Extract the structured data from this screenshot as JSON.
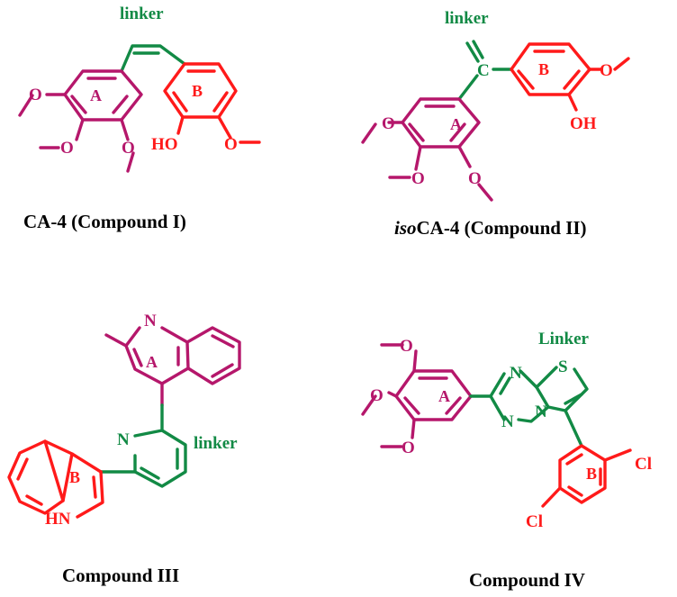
{
  "compound1": {
    "caption": "CA-4 (Compound I)",
    "linker": "linker",
    "ring_a": "A",
    "ring_b": "B",
    "o1": "O",
    "o2": "O",
    "o3": "O",
    "o4": "O",
    "ho": "HO"
  },
  "compound2": {
    "caption_italic": "iso",
    "caption_rest": "CA-4 (Compound II)",
    "linker": "linker",
    "carbon": "C",
    "ring_a": "A",
    "ring_b": "B",
    "o1": "O",
    "o2": "O",
    "o3": "O",
    "o4": "O",
    "oh": "OH"
  },
  "compound3": {
    "caption": "Compound III",
    "linker": "linker",
    "n_quinoline": "N",
    "n_pyridine": "N",
    "ring_a": "A",
    "ring_b": "B",
    "hn": "HN"
  },
  "compound4": {
    "caption": "Compound IV",
    "linker": "Linker",
    "n1": "N",
    "n2": "N",
    "n3": "N",
    "s": "S",
    "ring_a": "A",
    "ring_b": "B",
    "o1": "O",
    "o2": "O",
    "o3": "O",
    "cl1": "Cl",
    "cl2": "Cl"
  },
  "colors": {
    "ring_a": "#b5176b",
    "ring_b": "#ff1a1a",
    "linker": "#128a45",
    "caption": "#000000"
  }
}
